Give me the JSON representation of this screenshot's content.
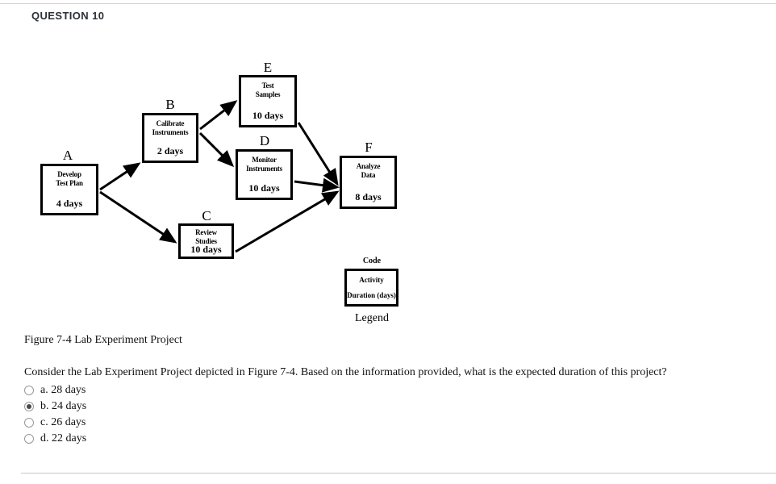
{
  "header": {
    "question_title": "QUESTION 10"
  },
  "diagram": {
    "nodes": [
      {
        "id": "A",
        "label": "A",
        "activity": "Develop\nTest Plan",
        "duration": "4 days"
      },
      {
        "id": "B",
        "label": "B",
        "activity": "Calibrate\nInstruments",
        "duration": "2 days"
      },
      {
        "id": "C",
        "label": "C",
        "activity": "Review\nStudies",
        "duration": "10 days"
      },
      {
        "id": "D",
        "label": "D",
        "activity": "Monitor\nInstruments",
        "duration": "10 days"
      },
      {
        "id": "E",
        "label": "E",
        "activity": "Test\nSamples",
        "duration": "10 days"
      },
      {
        "id": "F",
        "label": "F",
        "activity": "Analyze\nData",
        "duration": "8 days"
      }
    ],
    "edges": [
      {
        "from": "A",
        "to": "B"
      },
      {
        "from": "A",
        "to": "C"
      },
      {
        "from": "B",
        "to": "E"
      },
      {
        "from": "B",
        "to": "D"
      },
      {
        "from": "E",
        "to": "F"
      },
      {
        "from": "D",
        "to": "F"
      },
      {
        "from": "C",
        "to": "F"
      }
    ],
    "legend": {
      "code_label": "Code",
      "activity_text": "Activity",
      "duration_text": "Duration (days)",
      "caption": "Legend"
    }
  },
  "figure": {
    "caption": "Figure 7-4 Lab Experiment Project"
  },
  "question": {
    "prompt": "Consider the Lab Experiment Project depicted in Figure 7-4. Based on the information provided, what is the expected duration of this project?",
    "options": [
      {
        "key": "a.",
        "text": "28 days",
        "selected": false
      },
      {
        "key": "b.",
        "text": "24 days",
        "selected": true
      },
      {
        "key": "c.",
        "text": "26 days",
        "selected": false
      },
      {
        "key": "d.",
        "text": "22 days",
        "selected": false
      }
    ]
  },
  "colors": {
    "rule": "#d3d3d3",
    "text": "#111111",
    "header": "#2b2f36",
    "node_border": "#000000",
    "radio_selected": "#4a4a4a"
  }
}
